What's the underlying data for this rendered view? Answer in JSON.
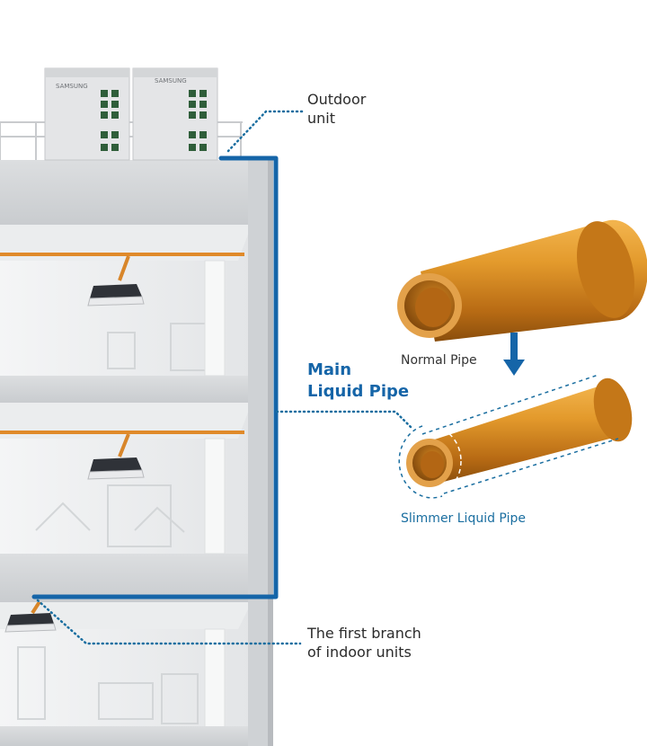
{
  "labels": {
    "outdoor_unit": [
      "Outdoor",
      "unit"
    ],
    "main_liquid_pipe": [
      "Main",
      "Liquid Pipe"
    ],
    "normal_pipe": "Normal Pipe",
    "slimmer_liquid_pipe": "Slimmer Liquid Pipe",
    "first_branch": [
      "The first branch",
      "of indoor units"
    ]
  },
  "brand_text": "SAMSUNG",
  "colors": {
    "pipe_line": "#1565a8",
    "dotted_leader": "#1a6ea0",
    "slab": "#d7d9db",
    "copper_light": "#e8a33a",
    "copper_dark": "#a55f10",
    "orange_pipe": "#e08a2a",
    "label_text": "#2b2b2b",
    "main_label": "#1565a8"
  },
  "icons": [
    "down-arrow-icon",
    "outdoor-unit-icon",
    "cassette-unit-icon"
  ]
}
